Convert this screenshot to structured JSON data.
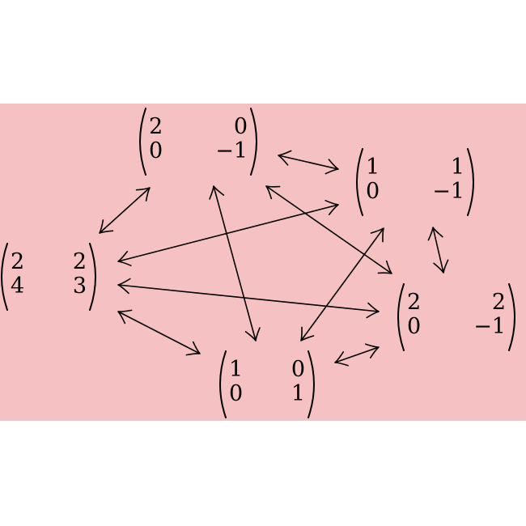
{
  "colors": {
    "background": "#ffffff",
    "panel": "#f5c1c2",
    "ink": "#000000"
  },
  "nodes": [
    {
      "id": "m2_0_0_n1",
      "rows": [
        [
          "2",
          "0"
        ],
        [
          "0",
          "−1"
        ]
      ]
    },
    {
      "id": "m1_1_0_n1",
      "rows": [
        [
          "1",
          "1"
        ],
        [
          "0",
          "−1"
        ]
      ]
    },
    {
      "id": "m2_2_4_3",
      "rows": [
        [
          "2",
          "2"
        ],
        [
          "4",
          "3"
        ]
      ]
    },
    {
      "id": "m2_2_0_n1",
      "rows": [
        [
          "2",
          "2"
        ],
        [
          "0",
          "−1"
        ]
      ]
    },
    {
      "id": "m1_0_0_1",
      "rows": [
        [
          "1",
          "0"
        ],
        [
          "0",
          "1"
        ]
      ]
    }
  ],
  "edges": [
    {
      "from": "m2_0_0_n1",
      "to": "m1_1_0_n1"
    },
    {
      "from": "m2_0_0_n1",
      "to": "m2_2_4_3"
    },
    {
      "from": "m2_0_0_n1",
      "to": "m1_0_0_1"
    },
    {
      "from": "m2_0_0_n1",
      "to": "m2_2_0_n1"
    },
    {
      "from": "m1_1_0_n1",
      "to": "m2_2_4_3"
    },
    {
      "from": "m1_1_0_n1",
      "to": "m2_2_0_n1"
    },
    {
      "from": "m1_1_0_n1",
      "to": "m1_0_0_1"
    },
    {
      "from": "m2_2_4_3",
      "to": "m2_2_0_n1"
    },
    {
      "from": "m2_2_4_3",
      "to": "m1_0_0_1"
    },
    {
      "from": "m2_2_0_n1",
      "to": "m1_0_0_1"
    }
  ]
}
